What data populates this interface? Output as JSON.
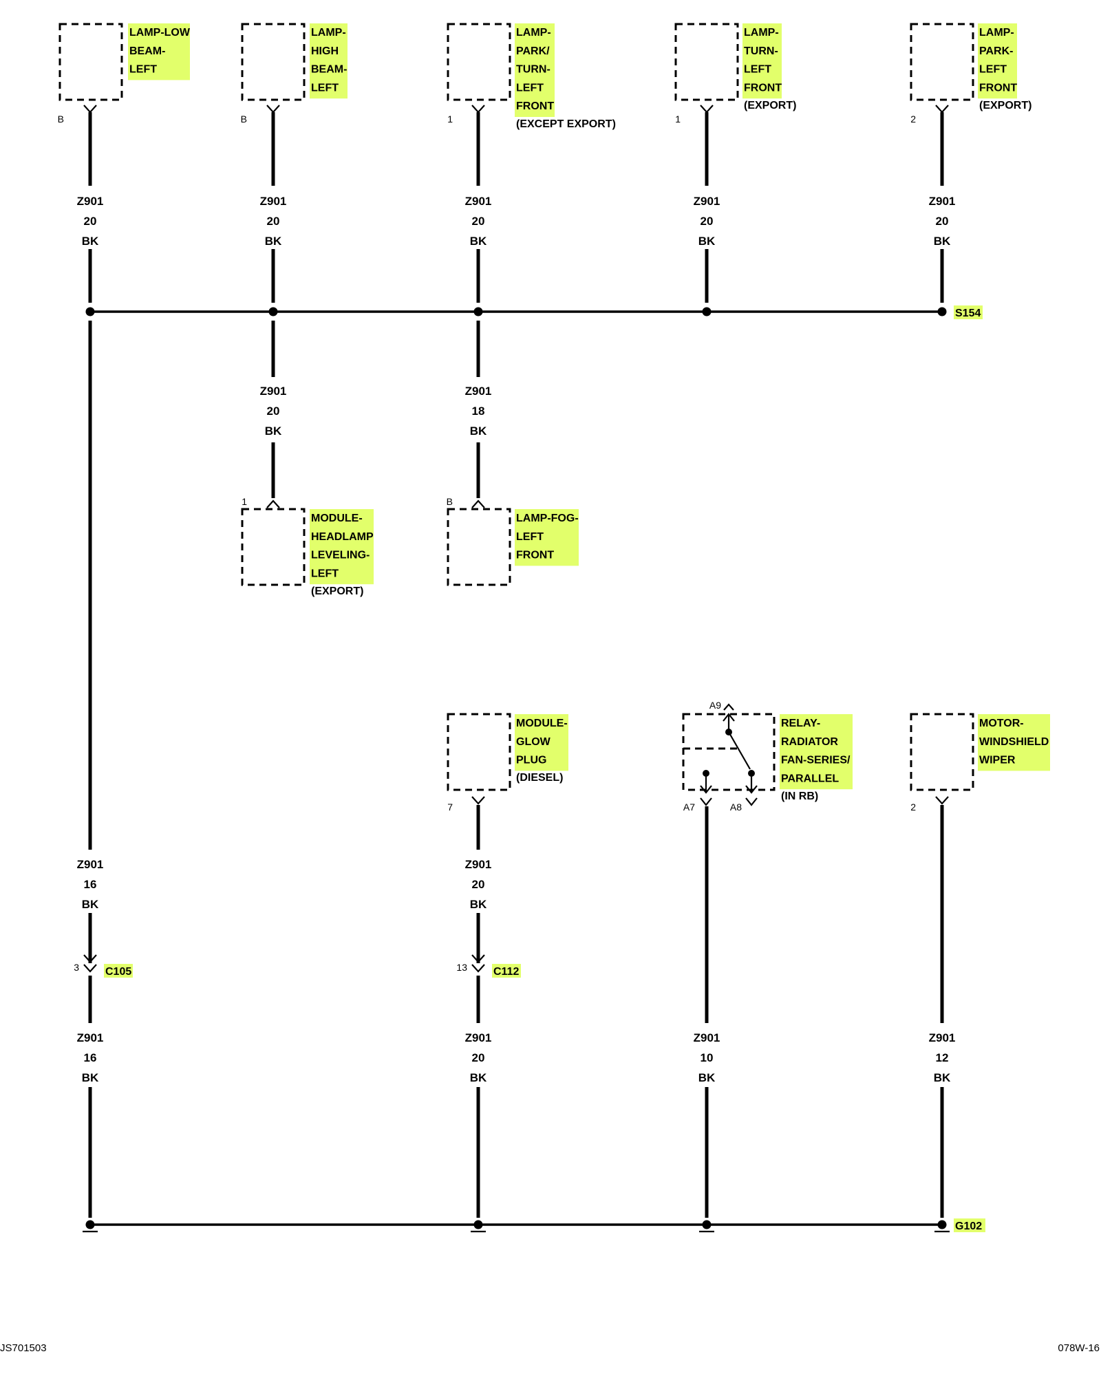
{
  "colors": {
    "highlight": "#e2ff6b",
    "line": "#000000",
    "background": "#ffffff"
  },
  "components": [
    {
      "id": "lamp-low-beam-left",
      "lines": [
        "LAMP-LOW",
        "BEAM-",
        "LEFT"
      ],
      "note": "",
      "pin": "B"
    },
    {
      "id": "lamp-high-beam-left",
      "lines": [
        "LAMP-",
        "HIGH",
        "BEAM-",
        "LEFT"
      ],
      "note": "",
      "pin": "B"
    },
    {
      "id": "lamp-park-turn-left-front",
      "lines": [
        "LAMP-",
        "PARK/",
        "TURN-",
        "LEFT",
        "FRONT"
      ],
      "note": "(EXCEPT EXPORT)",
      "pin": "1"
    },
    {
      "id": "lamp-turn-left-front",
      "lines": [
        "LAMP-",
        "TURN-",
        "LEFT",
        "FRONT"
      ],
      "note": "(EXPORT)",
      "pin": "1"
    },
    {
      "id": "lamp-park-left-front",
      "lines": [
        "LAMP-",
        "PARK-",
        "LEFT",
        "FRONT"
      ],
      "note": "(EXPORT)",
      "pin": "2"
    },
    {
      "id": "module-headlamp-leveling-left",
      "lines": [
        "MODULE-",
        "HEADLAMP",
        "LEVELING-",
        "LEFT"
      ],
      "note": "(EXPORT)",
      "pin": "1"
    },
    {
      "id": "lamp-fog-left-front",
      "lines": [
        "LAMP-FOG-",
        "LEFT",
        "FRONT"
      ],
      "note": "",
      "pin": "B"
    },
    {
      "id": "module-glow-plug",
      "lines": [
        "MODULE-",
        "GLOW",
        "PLUG"
      ],
      "note": "(DIESEL)",
      "pin": "7"
    },
    {
      "id": "relay-radiator-fan-series-parallel",
      "lines": [
        "RELAY-",
        "RADIATOR",
        "FAN-SERIES/",
        "PARALLEL"
      ],
      "note": "(IN RB)",
      "pins": [
        "A9",
        "A7",
        "A8"
      ]
    },
    {
      "id": "motor-windshield-wiper",
      "lines": [
        "MOTOR-",
        "WINDSHIELD",
        "WIPER"
      ],
      "note": "",
      "pin": "2"
    }
  ],
  "wires": [
    {
      "circuit": "Z901",
      "gauge": "20",
      "color": "BK"
    },
    {
      "circuit": "Z901",
      "gauge": "20",
      "color": "BK"
    },
    {
      "circuit": "Z901",
      "gauge": "20",
      "color": "BK"
    },
    {
      "circuit": "Z901",
      "gauge": "20",
      "color": "BK"
    },
    {
      "circuit": "Z901",
      "gauge": "20",
      "color": "BK"
    },
    {
      "circuit": "Z901",
      "gauge": "20",
      "color": "BK"
    },
    {
      "circuit": "Z901",
      "gauge": "18",
      "color": "BK"
    },
    {
      "circuit": "Z901",
      "gauge": "16",
      "color": "BK"
    },
    {
      "circuit": "Z901",
      "gauge": "20",
      "color": "BK"
    },
    {
      "circuit": "Z901",
      "gauge": "16",
      "color": "BK"
    },
    {
      "circuit": "Z901",
      "gauge": "20",
      "color": "BK"
    },
    {
      "circuit": "Z901",
      "gauge": "10",
      "color": "BK"
    },
    {
      "circuit": "Z901",
      "gauge": "12",
      "color": "BK"
    }
  ],
  "connectors": [
    {
      "label": "C105",
      "pin": "3"
    },
    {
      "label": "C112",
      "pin": "13"
    }
  ],
  "splice": {
    "label": "S154"
  },
  "ground": {
    "label": "G102"
  },
  "footer": {
    "left": "JS701503",
    "right": "078W-16"
  }
}
